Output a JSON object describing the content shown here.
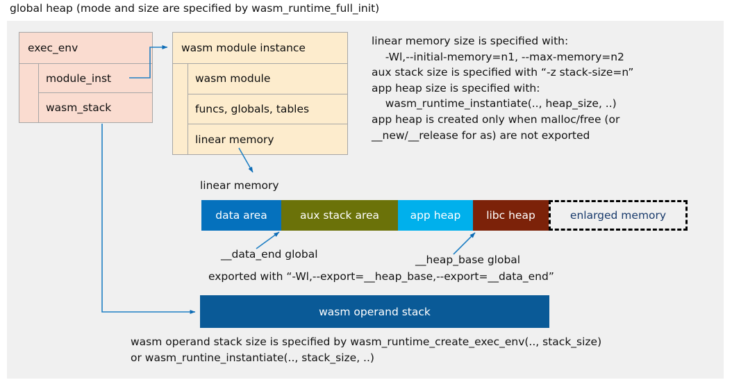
{
  "title": "global heap (mode and size are specified by wasm_runtime_full_init)",
  "colors": {
    "panel_bg": "#f0f0f0",
    "exec_env_fill": "#fadcd0",
    "module_inst_fill": "#fdeccd",
    "data_area": "#0571bd",
    "aux_stack_area": "#6b7209",
    "app_heap": "#00b0ec",
    "libc_heap": "#7c2209",
    "operand_stack": "#0a5a97",
    "enlarged_memory_text": "#183a6b",
    "arrow": "#1e7fc4",
    "box_border": "#a6a6a6"
  },
  "exec_env_box": {
    "header": "exec_env",
    "rows": [
      {
        "label": "module_inst"
      },
      {
        "label": "wasm_stack"
      }
    ]
  },
  "module_instance_box": {
    "header": "wasm module instance",
    "rows": [
      {
        "label": "wasm module"
      },
      {
        "label": "funcs, globals, tables"
      },
      {
        "label": "linear memory"
      }
    ]
  },
  "memory_note": "linear memory size is specified with:\n    -Wl,--initial-memory=n1, --max-memory=n2\naux stack size is specified with “-z stack-size=n”\napp heap size is specified with:\n    wasm_runtime_instantiate(.., heap_size, ..)\napp heap is created only when malloc/free (or\n__new/__release for as) are not exported",
  "linear_memory": {
    "caption": "linear memory",
    "segments": [
      {
        "label": "data area",
        "color": "#0571bd",
        "text_color": "#ffffff",
        "dashed": false
      },
      {
        "label": "aux stack area",
        "color": "#6b7209",
        "text_color": "#ffffff",
        "dashed": false
      },
      {
        "label": "app heap",
        "color": "#00b0ec",
        "text_color": "#ffffff",
        "dashed": false
      },
      {
        "label": "libc heap",
        "color": "#7c2209",
        "text_color": "#ffffff",
        "dashed": false
      },
      {
        "label": "enlarged memory",
        "color": "#f0f0f0",
        "text_color": "#183a6b",
        "dashed": true
      }
    ]
  },
  "annotations": {
    "data_end": "__data_end global",
    "heap_base": "__heap_base global",
    "exported_with": "exported with “-Wl,--export=__heap_base,--export=__data_end”"
  },
  "operand_stack": {
    "label": "wasm operand stack",
    "note": "wasm operand stack size is specified by wasm_runtime_create_exec_env(.., stack_size)\nor wasm_runtine_instantiate(.., stack_size, ..)"
  }
}
